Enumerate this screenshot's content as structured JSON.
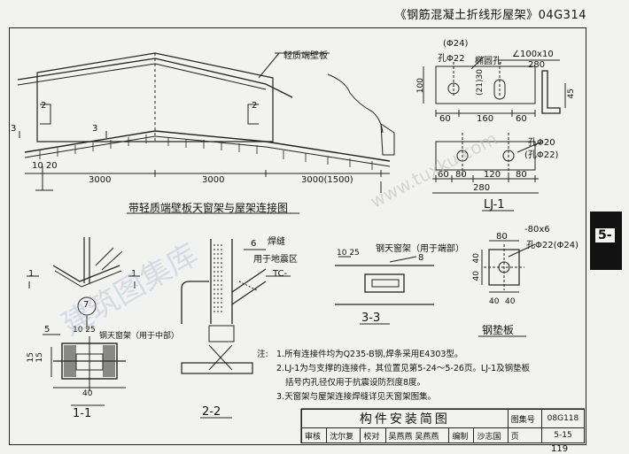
{
  "header": {
    "title": "《钢筋混凝土折线形屋架》04G314"
  },
  "side_tab": {
    "number": "5-"
  },
  "elevation": {
    "label_wall": "轻质端壁板",
    "sec2_left": "2",
    "sec2_right": "2",
    "sec3_left": "3",
    "sec3_right": "3",
    "dim_offset": "10 20",
    "dim_a": "3000",
    "dim_b": "3000",
    "dim_c": "3000(1500)",
    "caption": "带轻质端壁板天窗架与屋架连接图"
  },
  "lj1": {
    "hole_top_a": "(Φ24)",
    "hole_top_b": "孔Φ22",
    "slot_label": "椭圆孔",
    "angle": "∠100x10",
    "w280": "280",
    "h100": "100",
    "slot_dim": "(21)30",
    "d60a": "60",
    "d160": "160",
    "d60b": "60",
    "d45": "45",
    "hole_b1": "孔Φ20",
    "hole_b2": "(孔Φ22)",
    "d60": "60",
    "d80a": "80",
    "d120": "120",
    "d80b": "80",
    "d280b": "280",
    "caption": "LJ-1"
  },
  "sec11": {
    "sec_l": "1",
    "sec_r": "1",
    "circle": "7",
    "dim5": "5",
    "dim10_25": "10 25",
    "frame_label": "钢天窗架（用于中部）",
    "d15a": "15",
    "d15b": "15",
    "d40": "40",
    "caption": "1-1"
  },
  "sec22": {
    "weld": "6",
    "weld_label": "焊缝",
    "seismic": "用于地震区",
    "tc": "TC-",
    "caption": "2-2"
  },
  "sec33": {
    "dim": "10 25",
    "frame_label": "钢天窗架（用于端部）",
    "weld": "8",
    "caption": "3-3"
  },
  "pad": {
    "plate": "-80x6",
    "d80": "80",
    "hole": "孔Φ22(Φ24)",
    "d40a": "40",
    "d40b": "40",
    "d40c": "40",
    "d40d": "40",
    "caption": "钢垫板"
  },
  "notes": {
    "lead": "注:",
    "n1": "1.所有连接件均为Q235-B钢,焊条采用E4303型。",
    "n2": "2.LJ-1为与支撑的连接件，其位置见第5-24～5-26页。LJ-1及钢垫板",
    "n2b": "括号内孔径仅用于抗震设防烈度8度。",
    "n3": "3.天窗架与屋架连接焊缝详见天窗架图集。"
  },
  "title_block": {
    "name": "构件安装简图",
    "set_label": "图集号",
    "set_value": "08G118",
    "r_audit": "审核",
    "r_audit_sig": "沈尔复",
    "r_check": "校对",
    "r_check_sig": "吴燕燕 吴燕燕",
    "r_draw": "编制",
    "r_draw_sig": "沙志国",
    "r_page": "页",
    "r_page_value": "5-15",
    "sheet_no": "119"
  },
  "watermark": {
    "text": "建筑图集库",
    "site": "www.tuxku.com"
  }
}
